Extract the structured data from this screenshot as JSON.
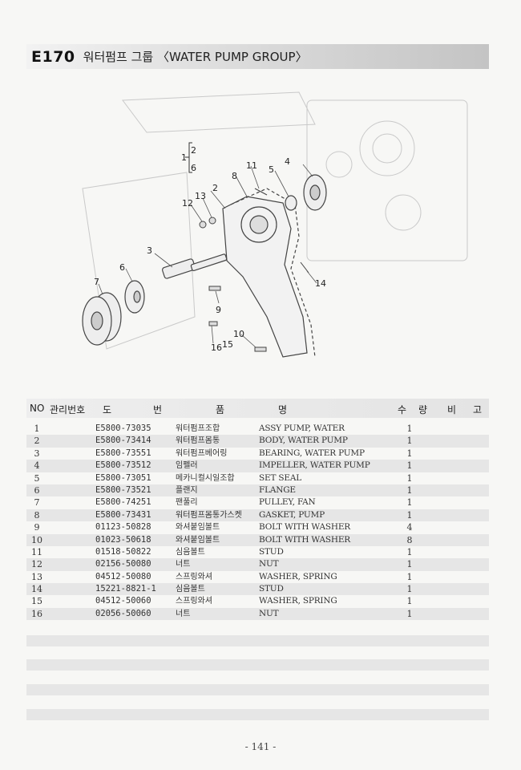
{
  "title": {
    "code": "E170",
    "text": "워터펌프 그룹 〈WATER PUMP GROUP〉"
  },
  "diagram": {
    "callouts": [
      "1",
      "2",
      "6",
      "2",
      "3",
      "4",
      "5",
      "6",
      "7",
      "8",
      "9",
      "10",
      "11",
      "12",
      "13",
      "14",
      "15",
      "16"
    ]
  },
  "table": {
    "headers": {
      "no": "NO",
      "code": "관리번호",
      "do": "도",
      "beon": "번",
      "pum": "품",
      "myeong": "명",
      "su": "수",
      "ryang": "량",
      "bi": "비",
      "go": "고"
    },
    "rows": [
      {
        "no": "1",
        "part_no": "E5800-73035",
        "name_ko": "워터펌프조합",
        "name_en": "ASSY PUMP, WATER",
        "qty": "1"
      },
      {
        "no": "2",
        "part_no": "E5800-73414",
        "name_ko": "워터펌프몸통",
        "name_en": "BODY, WATER PUMP",
        "qty": "1"
      },
      {
        "no": "3",
        "part_no": "E5800-73551",
        "name_ko": "워터펌프베어링",
        "name_en": "BEARING, WATER PUMP",
        "qty": "1"
      },
      {
        "no": "4",
        "part_no": "E5800-73512",
        "name_ko": "임펠러",
        "name_en": "IMPELLER, WATER PUMP",
        "qty": "1"
      },
      {
        "no": "5",
        "part_no": "E5800-73051",
        "name_ko": "메카니컬시일조합",
        "name_en": "SET SEAL",
        "qty": "1"
      },
      {
        "no": "6",
        "part_no": "E5800-73521",
        "name_ko": "플랜지",
        "name_en": "FLANGE",
        "qty": "1"
      },
      {
        "no": "7",
        "part_no": "E5800-74251",
        "name_ko": "팬풀리",
        "name_en": "PULLEY, FAN",
        "qty": "1"
      },
      {
        "no": "8",
        "part_no": "E5800-73431",
        "name_ko": "워터펌프몸통가스켓",
        "name_en": "GASKET, PUMP",
        "qty": "1"
      },
      {
        "no": "9",
        "part_no": "01123-50828",
        "name_ko": "와셔붙임볼트",
        "name_en": "BOLT WITH WASHER",
        "qty": "4"
      },
      {
        "no": "10",
        "part_no": "01023-50618",
        "name_ko": "와셔붙임볼트",
        "name_en": "BOLT WITH WASHER",
        "qty": "8"
      },
      {
        "no": "11",
        "part_no": "01518-50822",
        "name_ko": "심음볼트",
        "name_en": "STUD",
        "qty": "1"
      },
      {
        "no": "12",
        "part_no": "02156-50080",
        "name_ko": "너트",
        "name_en": "NUT",
        "qty": "1"
      },
      {
        "no": "13",
        "part_no": "04512-50080",
        "name_ko": "스프링와셔",
        "name_en": "WASHER, SPRING",
        "qty": "1"
      },
      {
        "no": "14",
        "part_no": "15221-8821-1",
        "name_ko": "심음볼트",
        "name_en": "STUD",
        "qty": "1"
      },
      {
        "no": "15",
        "part_no": "04512-50060",
        "name_ko": "스프링와셔",
        "name_en": "WASHER, SPRING",
        "qty": "1"
      },
      {
        "no": "16",
        "part_no": "02056-50060",
        "name_ko": "너트",
        "name_en": "NUT",
        "qty": "1"
      }
    ]
  },
  "page_number": "- 141 -"
}
